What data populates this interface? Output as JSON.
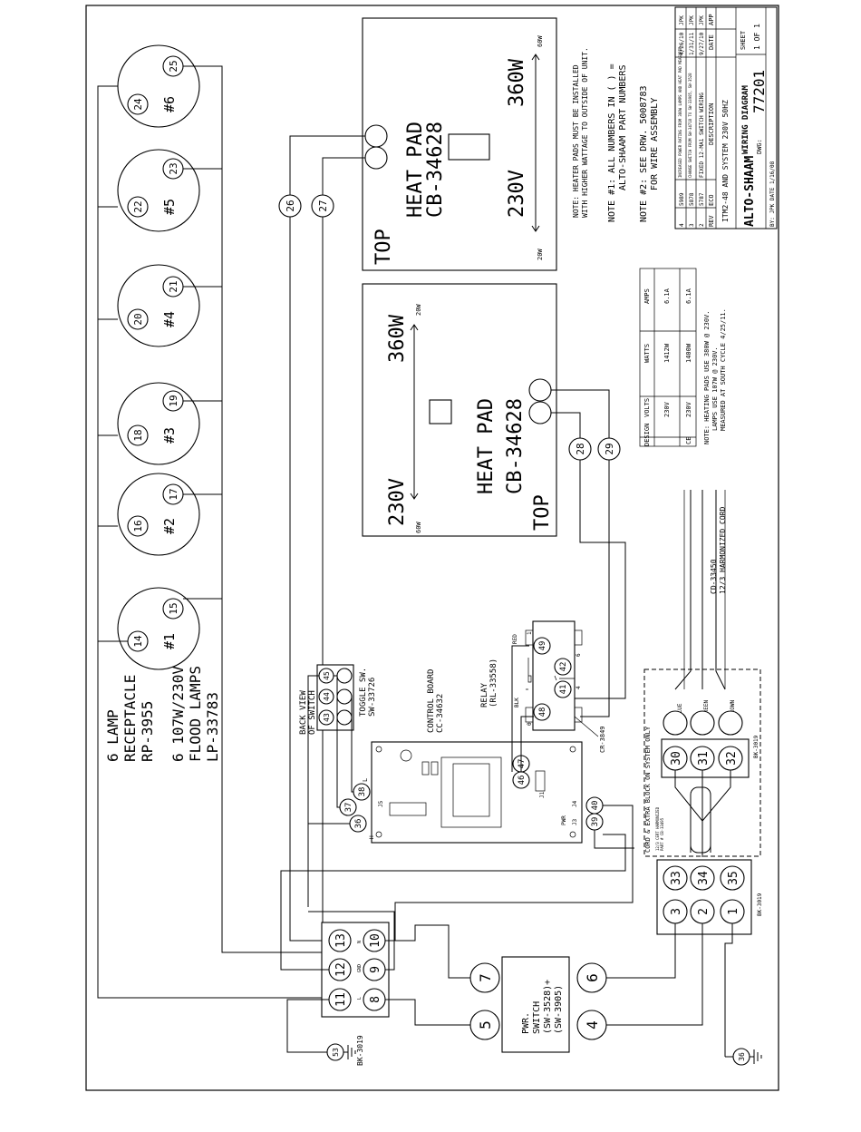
{
  "lamps": {
    "label_lines": [
      "6 LAMP",
      "RECEPTACLE",
      "RP-3955"
    ],
    "flood_lines": [
      "6 107W/230V",
      "FLOOD LAMPS",
      "LP-33783"
    ],
    "sockets": [
      {
        "name": "#1",
        "a": "14",
        "b": "15"
      },
      {
        "name": "#2",
        "a": "16",
        "b": "17"
      },
      {
        "name": "#3",
        "a": "18",
        "b": "19"
      },
      {
        "name": "#4",
        "a": "20",
        "b": "21"
      },
      {
        "name": "#5",
        "a": "22",
        "b": "23"
      },
      {
        "name": "#6",
        "a": "24",
        "b": "25"
      }
    ]
  },
  "heat_pad_top": {
    "title": "HEAT PAD",
    "part": "CB-34628",
    "top": "TOP",
    "volts": "230V",
    "watts": "360W",
    "w_left": "20W",
    "w_right": "60W",
    "terminals": [
      "26",
      "27"
    ]
  },
  "heat_pad_bottom": {
    "title": "HEAT PAD",
    "part": "CB-34628",
    "top": "TOP",
    "volts": "230V",
    "watts": "360W",
    "w_left": "60W",
    "w_right": "20W",
    "terminals": [
      "28",
      "29"
    ]
  },
  "notes": {
    "heater": [
      "NOTE: HEATER PADS MUST BE INSTALLED",
      "WITH HIGHER WATTAGE TO OUTSIDE OF UNIT."
    ],
    "note1": [
      "NOTE #1: ALL NUMBERS IN ( ) =",
      "ALTO-SHAAM PART NUMBERS"
    ],
    "note2": [
      "NOTE #2: SEE DRW. 5008783",
      "FOR WIRE ASSEMBLY"
    ],
    "heating": [
      "NOTE: HEATING PADS USE 380W @ 230V.",
      "LAMPS USE 107W @ 230V.",
      "MEASURED AT SOUTH CYCLE 4/25/11."
    ]
  },
  "spec_table": {
    "headers": [
      "DESIGN",
      "VOLTS",
      "WATTS",
      "AMPS"
    ],
    "rows": [
      [
        "",
        "230V",
        "1412W",
        "6.1A"
      ],
      [
        "CE",
        "230V",
        "1400W",
        "6.1A"
      ]
    ]
  },
  "switch": {
    "label_lines": [
      "BACK VIEW",
      "OF SWITCH"
    ],
    "toggle_lines": [
      "TOGGLE SW.",
      "SW-33726"
    ],
    "terminals": [
      "45",
      "44",
      "43"
    ]
  },
  "control_board": {
    "label_lines": [
      "CONTROL BOARD",
      "CC-34632"
    ],
    "terminals": [
      "36",
      "37",
      "38",
      "46",
      "47",
      "39",
      "40"
    ],
    "j5": "J5",
    "j1": "J1",
    "j3": "J3",
    "j4": "J4",
    "pwr": "PWR",
    "h": "H",
    "l": "L"
  },
  "relay": {
    "label_lines": [
      "RELAY",
      "(RL-33558)"
    ],
    "terminals": [
      "49",
      "48",
      "41",
      "42"
    ],
    "red": "RED",
    "blk": "BLK",
    "pin0": "0",
    "pin1": "1",
    "pin4": "4",
    "pin6": "6",
    "cr": "CR-3849"
  },
  "cord": {
    "label_lines": [
      "CD-33450",
      "12/3 HARMONIZED CORD"
    ],
    "wires": [
      "BLUE",
      "GREEN",
      "BROWN"
    ],
    "ce_text": "CORD & EXTRA BLOCK ON SYSTEM ONLY",
    "ce_small": [
      "12/3 CERT HARMONIZED",
      "PART # CB-33495"
    ]
  },
  "terminal_blocks": {
    "left": {
      "label": "BK-3019",
      "terminals": [
        "11",
        "12",
        "13",
        "8",
        "9",
        "10"
      ],
      "gnd": "GND",
      "l": "L",
      "n": "N"
    },
    "right": {
      "label": "BK-3019",
      "terminals": [
        "3",
        "2",
        "1"
      ]
    },
    "lower_right": {
      "label": "BK-3019",
      "terminals": [
        "33",
        "34",
        "35"
      ]
    },
    "extra": {
      "label": "BK-3019",
      "terminals": [
        "30",
        "31",
        "32"
      ]
    }
  },
  "power_switch": {
    "label_lines": [
      "PWR.",
      "SWITCH",
      "(SW-3528)+",
      "(SW-3905)"
    ],
    "terminals": [
      "7",
      "6",
      "5",
      "4"
    ]
  },
  "grounds": [
    "53",
    "36"
  ],
  "title_block": {
    "company": "ALTO-SHAAM",
    "title": "WIRING DIAGRAM",
    "subtitle": "ITM2-48 AND SYSTEM 230V 50HZ",
    "dwg_label": "DWG:",
    "dwg_no": "77201",
    "sheet_label": "SHEET",
    "sheet": "1 OF 1",
    "by": "BY: JPK DATE 1/16/08",
    "header": [
      "REV",
      "ECO",
      "DESCRIPTION",
      "DATE",
      "APP"
    ],
    "revisions": [
      [
        "4",
        "5989",
        "INCREASED POWER RATING FROM 380W LAMPS AND HEAT PAD MEASURED",
        "4/26/10",
        "JPK"
      ],
      [
        "3",
        "5878",
        "CHANGE SWITCH FROM SW-34718 TO SW-33905, SW-3528",
        "1/31/11",
        "JPK"
      ],
      [
        "2",
        "5787",
        "FIXED 12-MA1 SWITCH WIRING",
        "9/27/10",
        "JPK"
      ]
    ]
  }
}
